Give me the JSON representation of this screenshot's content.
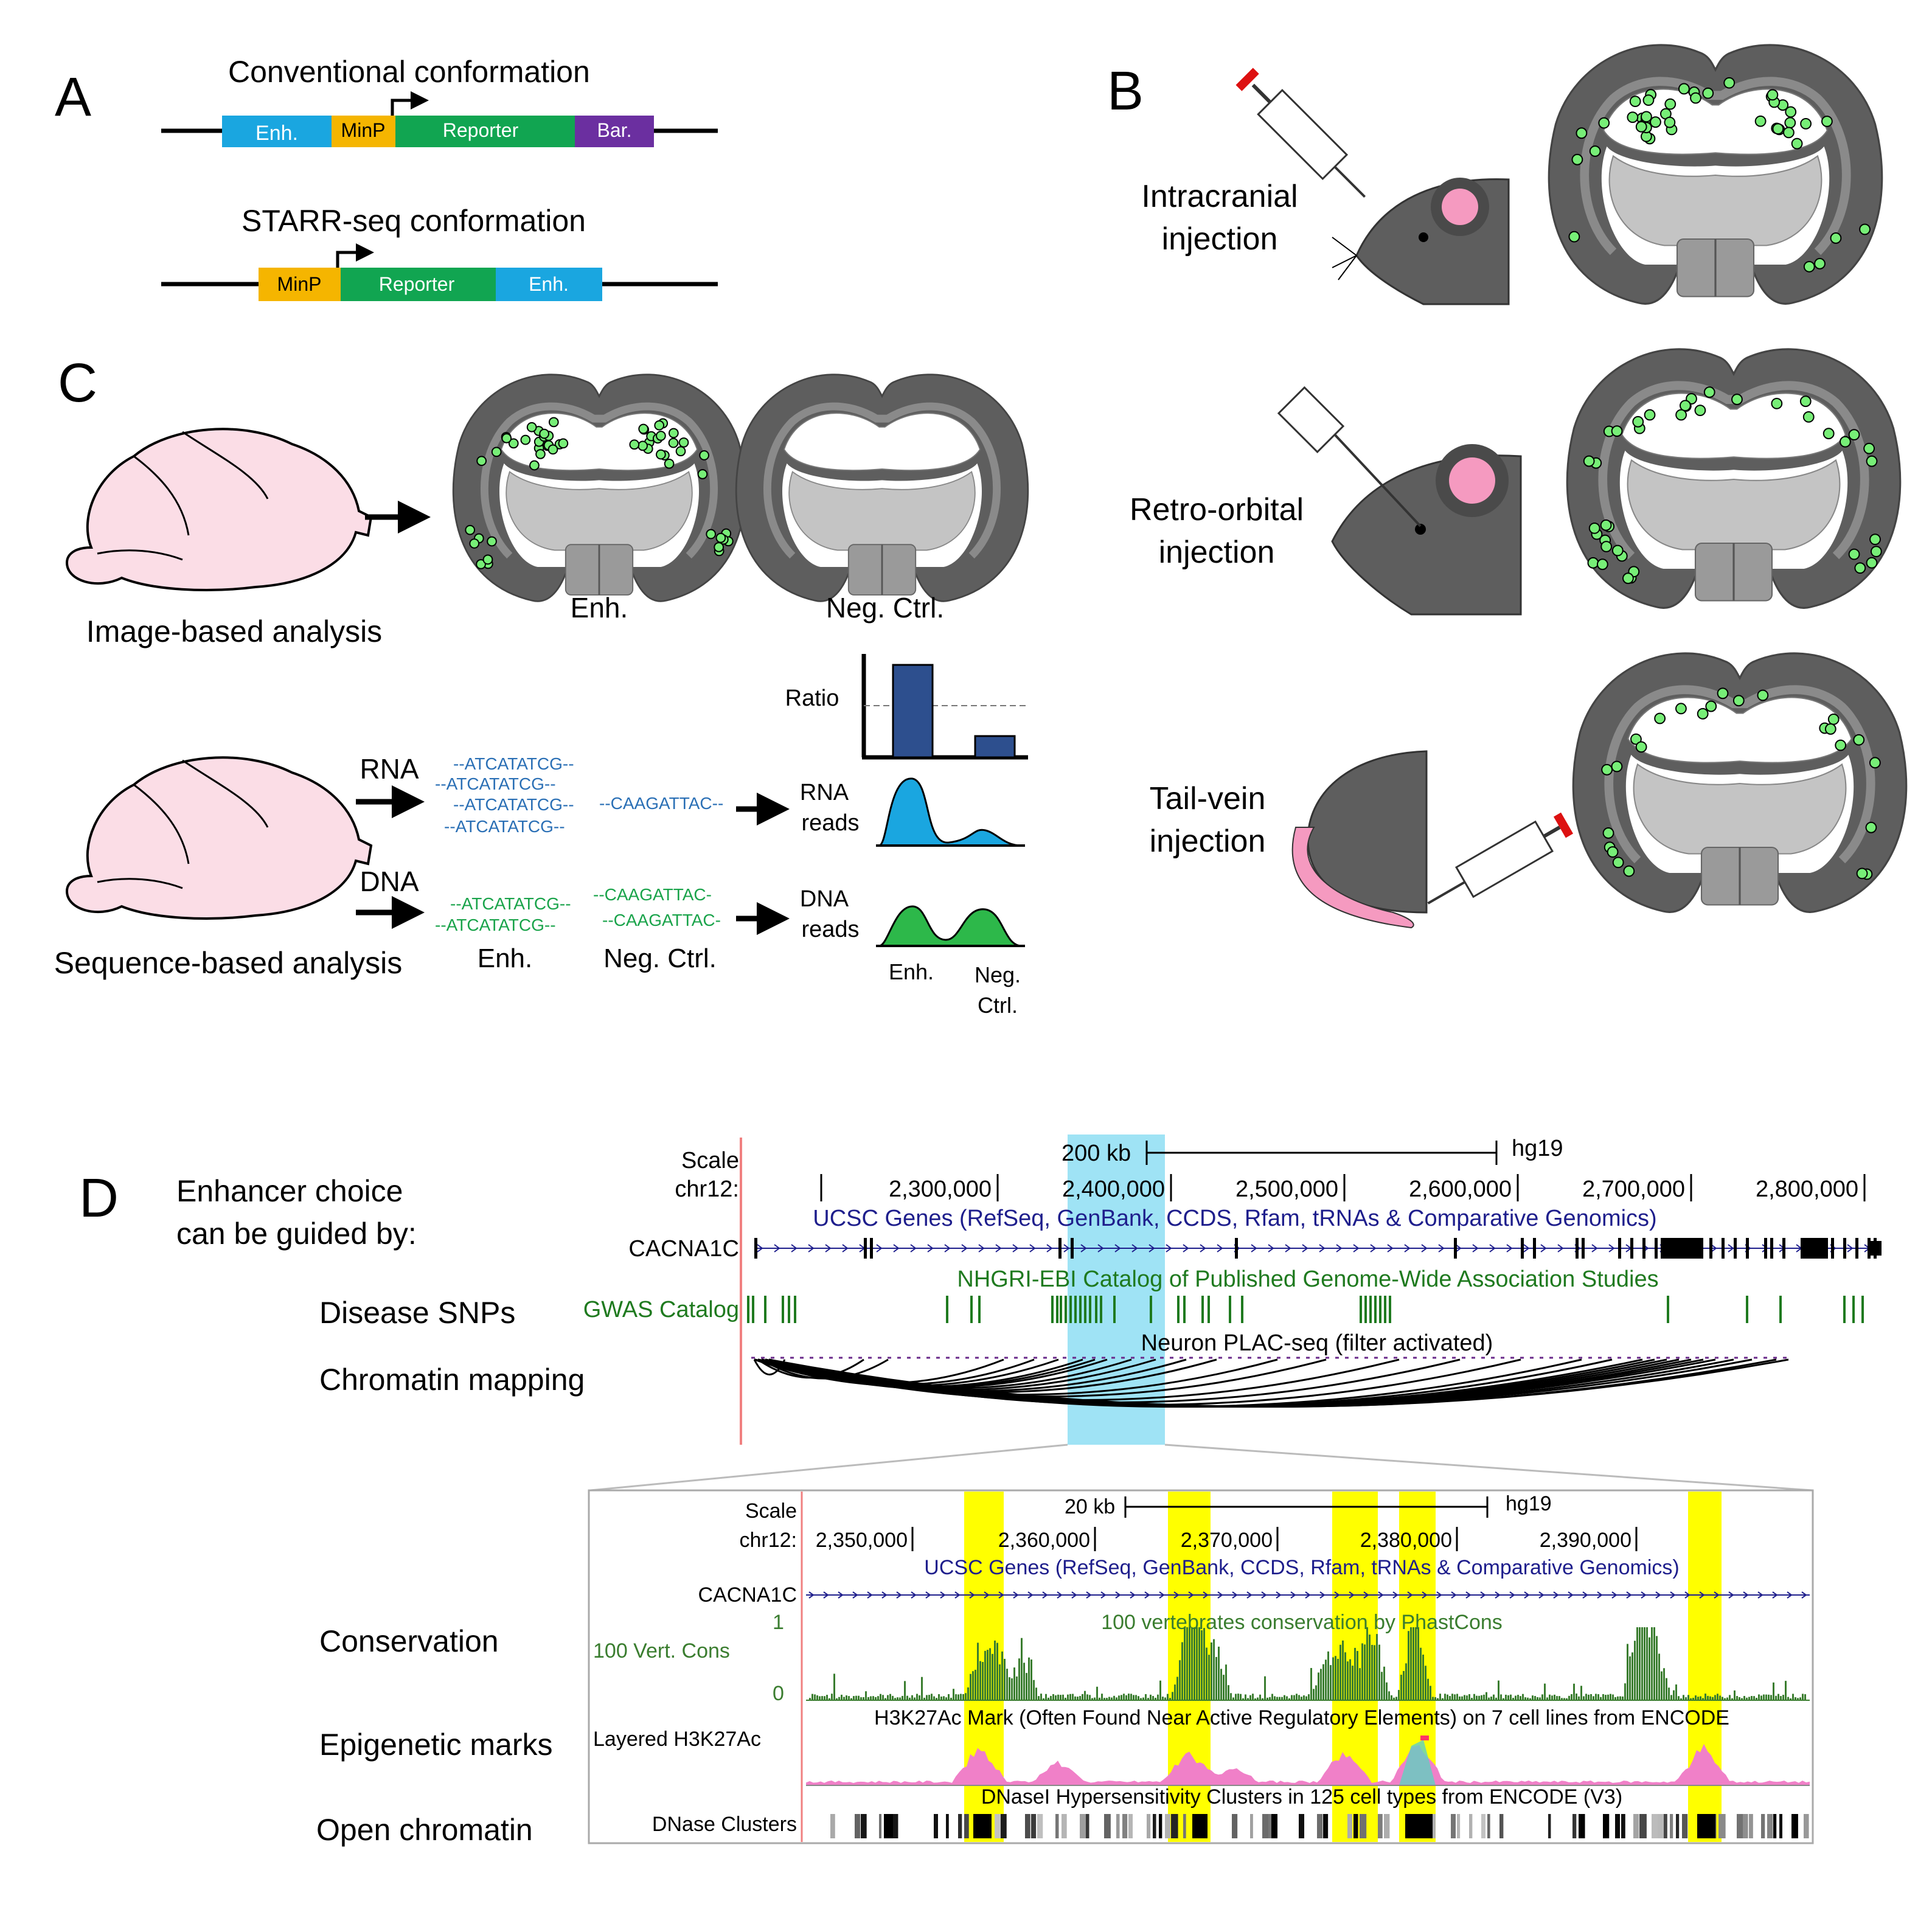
{
  "panels": {
    "A": "A",
    "B": "B",
    "C": "C",
    "D": "D"
  },
  "A": {
    "conv_title": "Conventional conformation",
    "starr_title": "STARR-seq conformation",
    "enh": "Enh.",
    "minp": "MinP",
    "reporter": "Reporter",
    "bar": "Bar."
  },
  "B": {
    "intracranial": [
      "Intracranial",
      "injection"
    ],
    "retro": [
      "Retro-orbital",
      "injection"
    ],
    "tail": [
      "Tail-vein",
      "injection"
    ]
  },
  "C": {
    "image_analysis": "Image-based analysis",
    "seq_analysis": "Sequence-based analysis",
    "enh": "Enh.",
    "neg_ctrl": "Neg. Ctrl.",
    "rna": "RNA",
    "dna": "DNA",
    "rna_reads": [
      "RNA",
      "reads"
    ],
    "dna_reads": [
      "DNA",
      "reads"
    ],
    "ratio": "Ratio",
    "enh_short": "Enh.",
    "neg_ctrl_split": [
      "Neg.",
      "Ctrl."
    ],
    "rna_enh_seqs": [
      "--ATCATATCG--",
      "--ATCATATCG--",
      "--ATCATATCG--",
      "--ATCATATCG--"
    ],
    "rna_neg_seq": "--CAAGATTAC--",
    "dna_enh_seqs": [
      "--ATCATATCG--",
      "--ATCATATCG--"
    ],
    "dna_neg_seqs": [
      "--CAAGATTAC-",
      "--CAAGATTAC-"
    ]
  },
  "D": {
    "heading": [
      "Enhancer choice",
      "can be guided by:"
    ],
    "track_labels": [
      "Disease SNPs",
      "Chromatin mapping",
      "Conservation",
      "Epigenetic marks",
      "Open chromatin"
    ],
    "scale": "Scale",
    "chr": "chr12:",
    "assembly": "hg19",
    "scale_bar_top": "200 kb",
    "scale_bar_bottom": "20 kb",
    "top_coords": [
      "2,300,000",
      "2,400,000",
      "2,500,000",
      "2,600,000",
      "2,700,000",
      "2,800,000"
    ],
    "bottom_coords": [
      "2,350,000",
      "2,360,000",
      "2,370,000",
      "2,380,000",
      "2,390,000"
    ],
    "ucsc_genes": "UCSC Genes (RefSeq, GenBank, CCDS, Rfam, tRNAs & Comparative Genomics)",
    "gene": "CACNA1C",
    "gwas_title": "NHGRI-EBI Catalog of Published Genome-Wide Association Studies",
    "gwas_label": "GWAS Catalog",
    "plac_title": "Neuron PLAC-seq (filter activated)",
    "cons_title": "100 vertebrates conservation by PhastCons",
    "cons_label": "100 Vert. Cons",
    "cons_max": "1",
    "cons_min": "0",
    "h3k_title": "H3K27Ac Mark (Often Found Near Active Regulatory Elements) on 7 cell lines from ENCODE",
    "h3k_label": "Layered H3K27Ac",
    "dnase_title": "DNaseI Hypersensitivity Clusters in 125 cell types from ENCODE (V3)",
    "dnase_label": "DNase Clusters"
  },
  "colors": {
    "enh": "#1aa6e0",
    "minp": "#f5b500",
    "reporter": "#11a551",
    "bar": "#6b2fa0",
    "brain_pink": "#fbdde6",
    "brain_dark": "#5e5e5e",
    "cell_green": "#77ee77",
    "ratio_bar": "#2d4f8e",
    "rna_peak": "#1aa6e0",
    "dna_peak": "#2db84a",
    "seq_blue": "#2a6fb5",
    "seq_green": "#19a34a",
    "gwas_green": "#1f7a1f",
    "cons_green": "#3a7d2f",
    "ucsc_blue": "#1e1e8c",
    "highlight_blue": "#9fe3f5",
    "highlight_yellow": "#ffff00"
  }
}
